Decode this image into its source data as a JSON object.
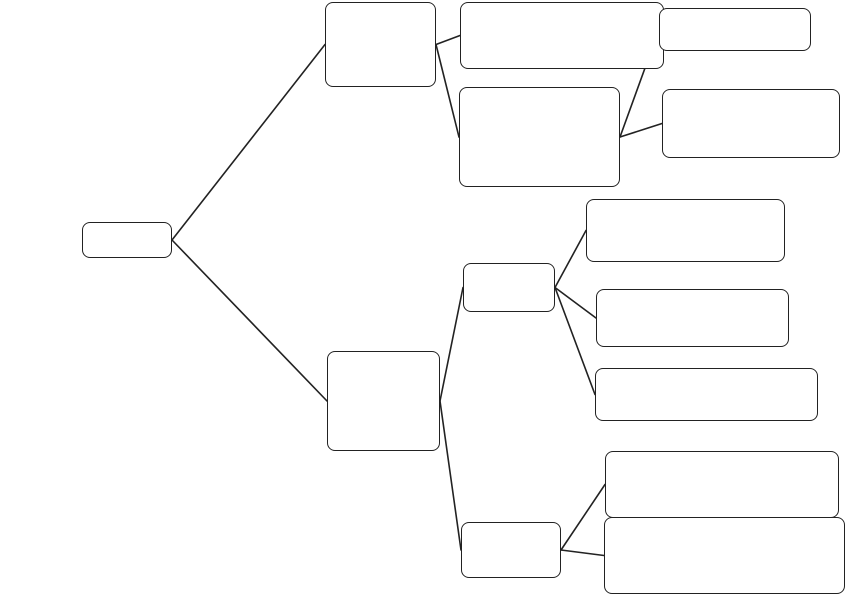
{
  "colors": {
    "stroke": "#222222",
    "fill": "#ffffff",
    "background": "#ffffff"
  },
  "diagram": {
    "type": "tree",
    "nodes": {
      "root": {
        "label": ""
      },
      "upper-branch": {
        "label": ""
      },
      "upper-child-1": {
        "label": ""
      },
      "upper-child-2": {
        "label": ""
      },
      "upper-leaf-1": {
        "label": ""
      },
      "upper-leaf-2": {
        "label": ""
      },
      "lower-branch": {
        "label": ""
      },
      "lower-child-1": {
        "label": ""
      },
      "lower-child-2": {
        "label": ""
      },
      "lower-leaf-1": {
        "label": ""
      },
      "lower-leaf-2": {
        "label": ""
      },
      "lower-leaf-3": {
        "label": ""
      },
      "lower-leaf-4": {
        "label": ""
      },
      "lower-leaf-5": {
        "label": ""
      }
    },
    "edges": [
      [
        "root",
        "upper-branch"
      ],
      [
        "root",
        "lower-branch"
      ],
      [
        "upper-branch",
        "upper-child-1"
      ],
      [
        "upper-branch",
        "upper-child-2"
      ],
      [
        "upper-child-2",
        "upper-leaf-1"
      ],
      [
        "upper-child-2",
        "upper-leaf-2"
      ],
      [
        "lower-branch",
        "lower-child-1"
      ],
      [
        "lower-branch",
        "lower-child-2"
      ],
      [
        "lower-child-1",
        "lower-leaf-1"
      ],
      [
        "lower-child-1",
        "lower-leaf-2"
      ],
      [
        "lower-child-1",
        "lower-leaf-3"
      ],
      [
        "lower-child-2",
        "lower-leaf-4"
      ],
      [
        "lower-child-2",
        "lower-leaf-5"
      ]
    ]
  }
}
